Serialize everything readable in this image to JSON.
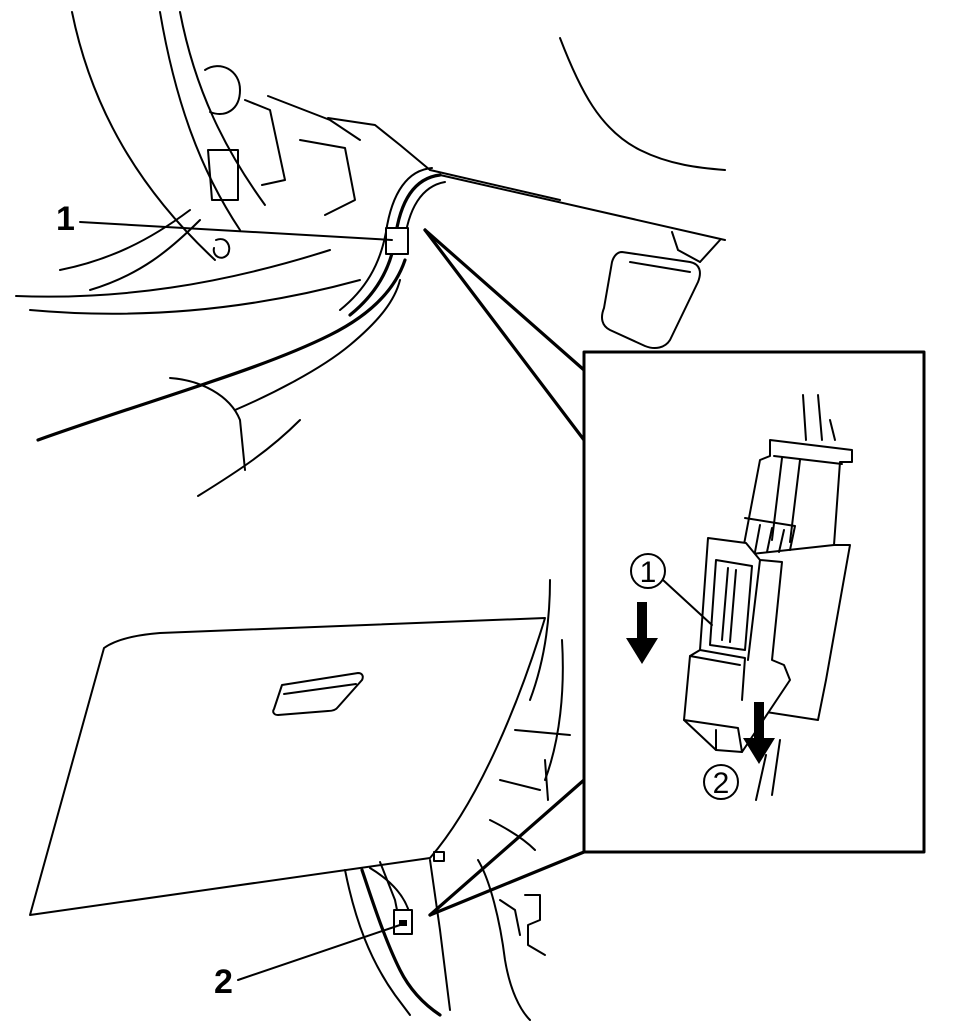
{
  "callouts": {
    "one": "1",
    "two": "2"
  },
  "inset": {
    "step_one": "1",
    "step_two": "2"
  },
  "colors": {
    "line": "#000000",
    "background": "#ffffff"
  }
}
